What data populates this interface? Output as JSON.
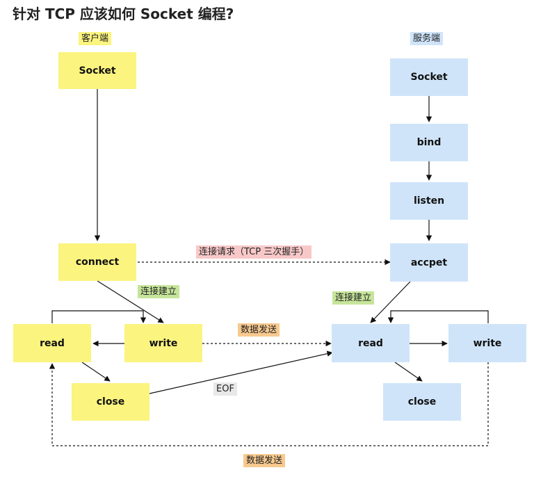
{
  "title": "针对 TCP 应该如何 Socket 编程?",
  "client": {
    "header": "客户端",
    "socket": "Socket",
    "connect": "connect",
    "read": "read",
    "write": "write",
    "close": "close"
  },
  "server": {
    "header": "服务端",
    "socket": "Socket",
    "bind": "bind",
    "listen": "listen",
    "accept": "accpet",
    "read": "read",
    "write": "write",
    "close": "close"
  },
  "labels": {
    "connection_request": "连接请求（TCP 三次握手）",
    "client_established": "连接建立",
    "server_established": "连接建立",
    "data_send_top": "数据发送",
    "eof": "EOF",
    "data_send_bottom": "数据发送"
  },
  "colors": {
    "client": "#fbf47f",
    "server": "#cfe4f9",
    "request_label": "#f8c8c8",
    "established_label": "#c6e59a",
    "data_label": "#f8c98f",
    "eof_label": "#e8e8e8"
  }
}
